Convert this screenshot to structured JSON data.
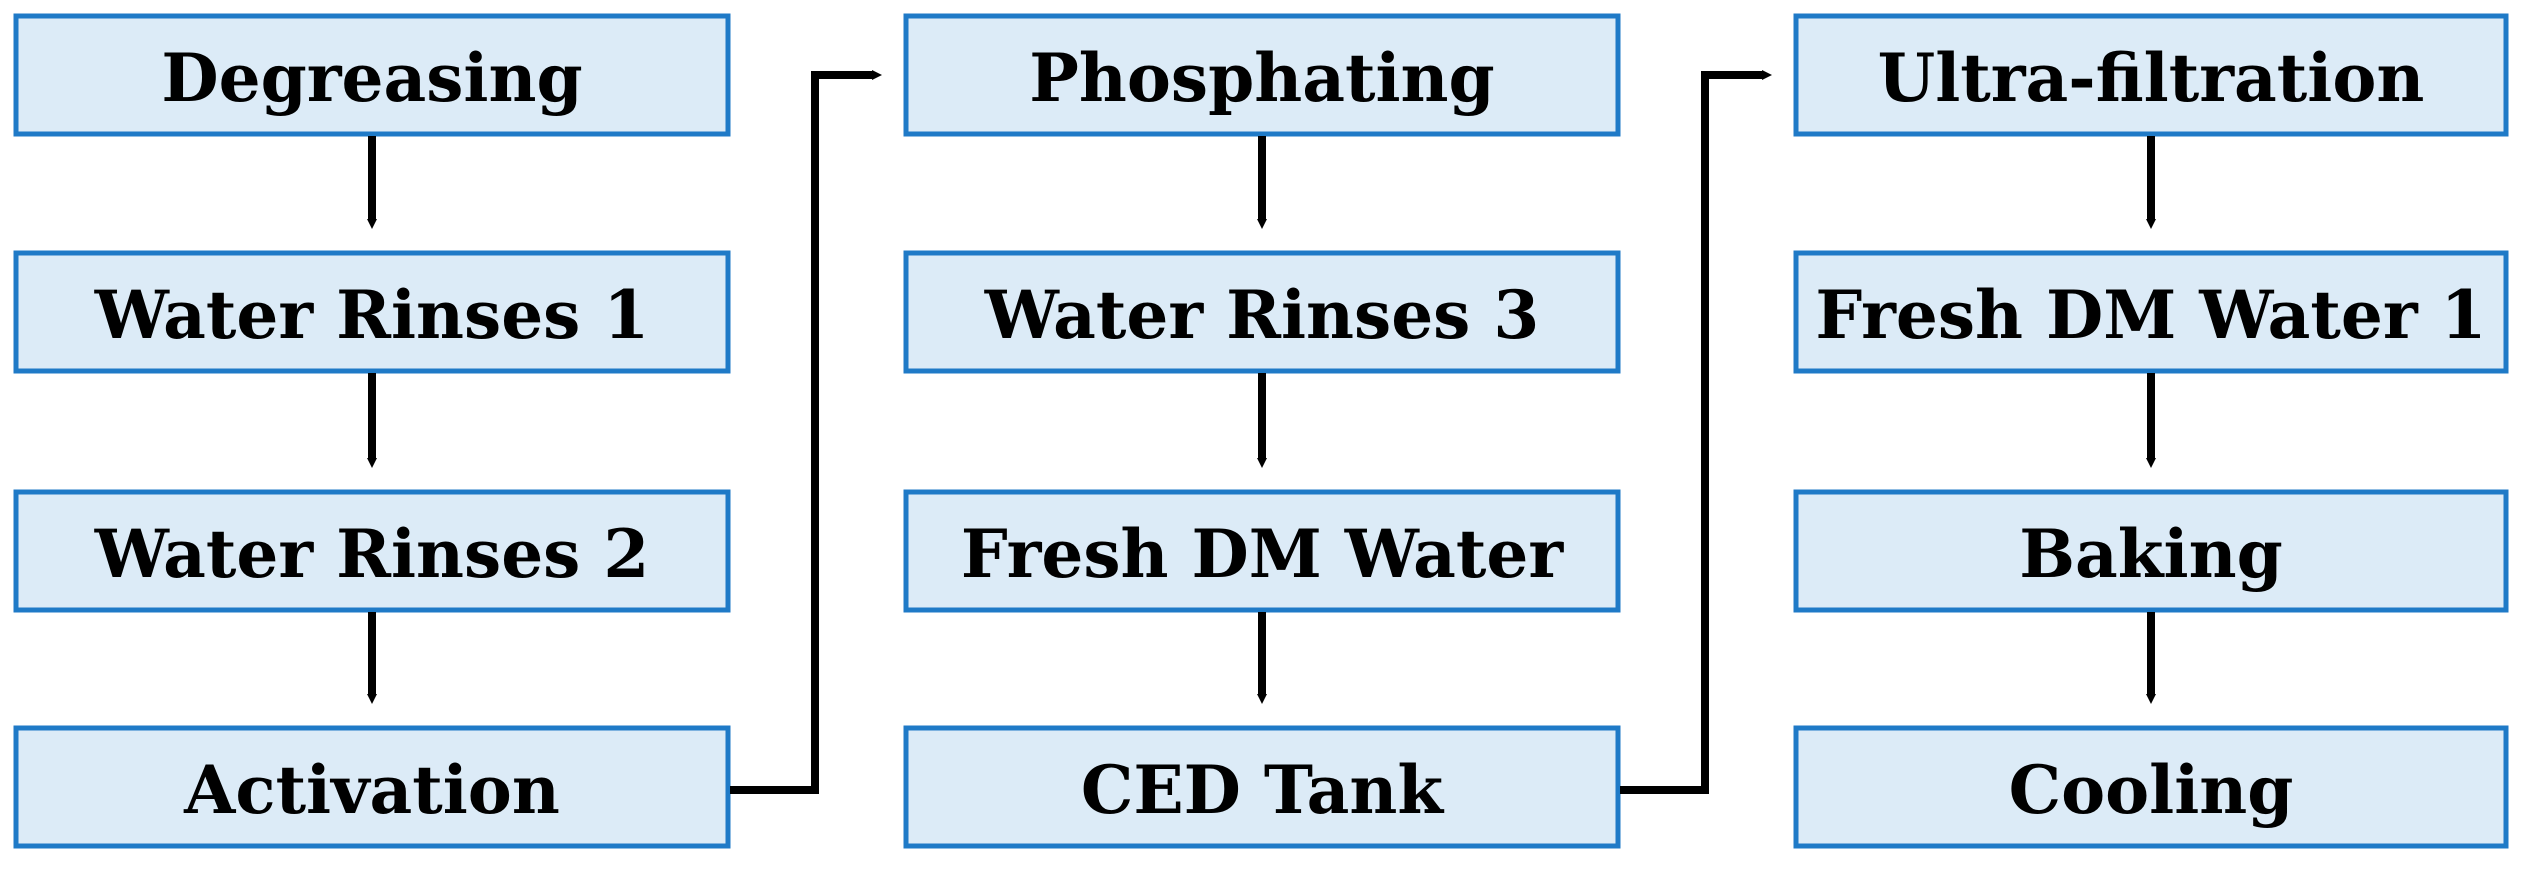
{
  "diagram": {
    "box_fill": "#dcebf7",
    "box_border": "#1f7ac7",
    "arrow_color": "#000000",
    "columns": [
      {
        "steps": [
          "Degreasing",
          "Water Rinses 1",
          "Water Rinses 2",
          "Activation"
        ]
      },
      {
        "steps": [
          "Phosphating",
          "Water Rinses 3",
          "Fresh DM Water",
          "CED Tank"
        ]
      },
      {
        "steps": [
          "Ultra-filtration",
          "Fresh DM Water 1",
          "Baking",
          "Cooling"
        ]
      }
    ]
  }
}
